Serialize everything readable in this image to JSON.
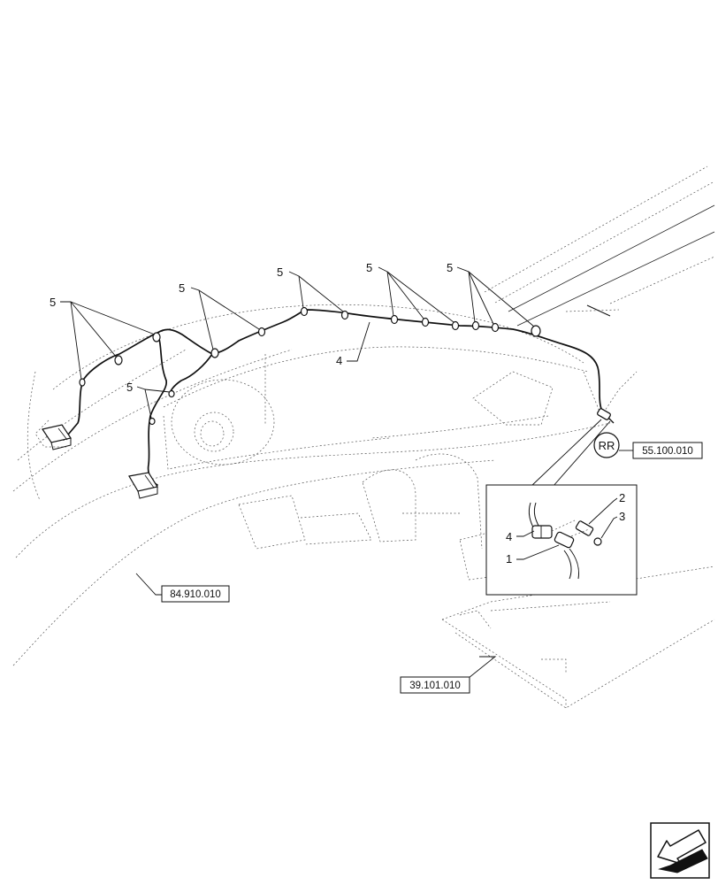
{
  "callouts": {
    "clip_label": "5",
    "harness_label": "4",
    "detail_harness_label": "4",
    "detail_connector_label": "1",
    "detail_plug_label": "2",
    "detail_nut_label": "3"
  },
  "view_badge": {
    "text": "RR"
  },
  "references": {
    "ref_55": "55.100.010",
    "ref_84": "84.910.010",
    "ref_39": "39.101.010"
  },
  "icons": {
    "navigation": "back-arrow-icon"
  },
  "colors": {
    "line": "#111111",
    "background": "#ffffff"
  }
}
